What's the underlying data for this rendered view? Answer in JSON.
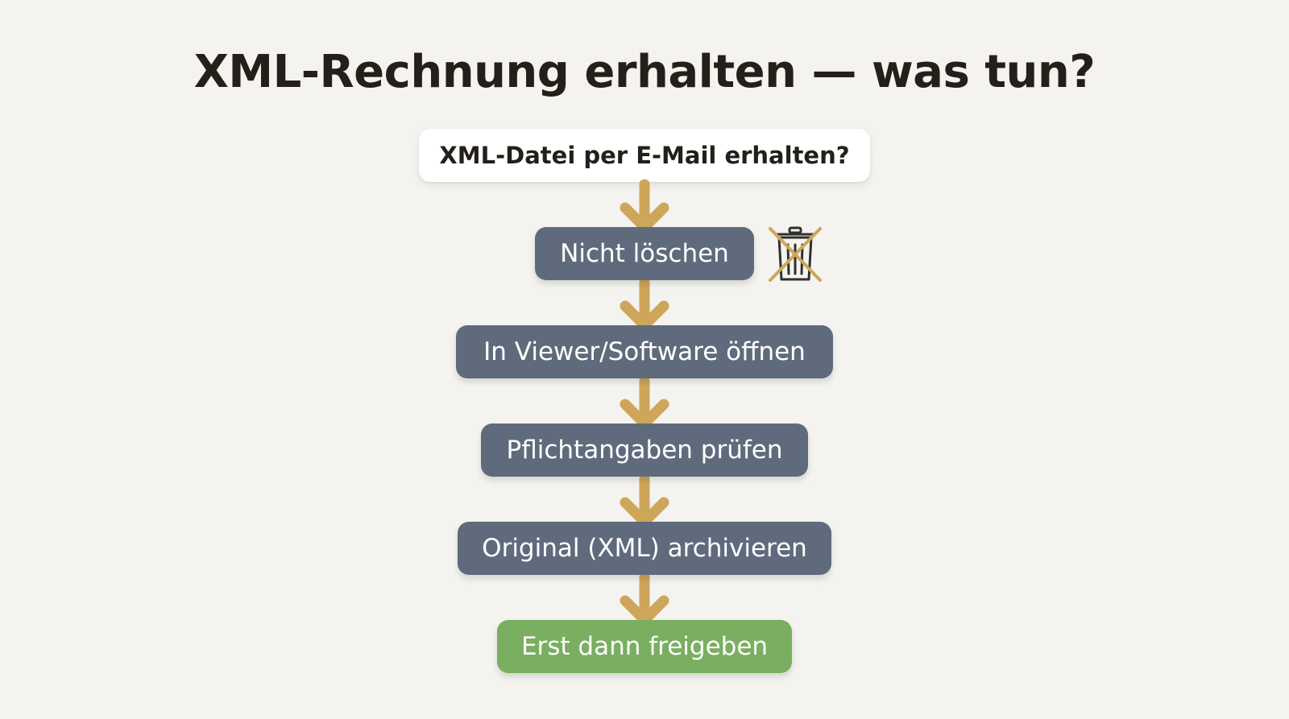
{
  "title": "XML-Rechnung erhalten — was tun?",
  "flow": {
    "start": "XML-Datei per E-Mail erhalten?",
    "steps": [
      "Nicht löschen",
      "In Viewer/Software öffnen",
      "Pflichtangaben prüfen",
      "Original (XML) archivieren"
    ],
    "final": "Erst dann freigeben"
  },
  "icons": {
    "trash": "crossed-out-trash-icon"
  },
  "colors": {
    "background": "#f4f3ef",
    "title_text": "#231f19",
    "start_box": "#ffffff",
    "step_box": "#5f6b7c",
    "final_box": "#7aae60",
    "arrow": "#cda65a"
  }
}
